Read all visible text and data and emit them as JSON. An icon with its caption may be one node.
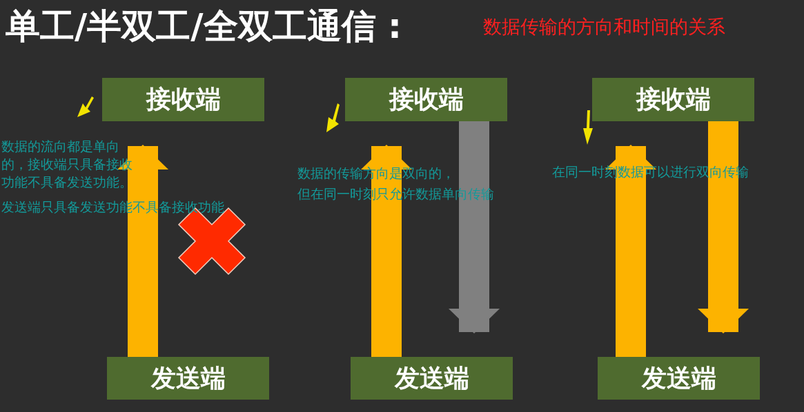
{
  "diagram": {
    "title": "单工/半双工/全双工通信 :",
    "nodes": [
      {
        "text": [
          "接收端"
        ]
      },
      {
        "text": [
          "接收端"
        ]
      },
      {
        "text": [
          "接收端"
        ]
      },
      {
        "text": [
          "发送端"
        ]
      },
      {
        "text": [
          "发送端"
        ]
      },
      {
        "text": [
          "发送端"
        ]
      }
    ],
    "edges": [
      {
        "from": 3,
        "to": 0,
        "arrow": "to"
      },
      {
        "from": 4,
        "to": 1,
        "arrow": "to"
      },
      {
        "from": 1,
        "to": 4,
        "arrow": "to",
        "color": "#808080"
      },
      {
        "from": 5,
        "to": 2,
        "arrow": "to"
      },
      {
        "from": 2,
        "to": 5,
        "arrow": "to"
      }
    ],
    "labels": [
      "数据传输的方向和时间的关系",
      "数据的流向都是单向的，接收端只具备接收功能不具备发送功能。",
      "发送端只具备发送功能不具备接收功能",
      "数据的传输方向是双向的，",
      "但在同一时刻只允许数据单向传输",
      "在同一时刻数据可以进行双向传输"
    ]
  }
}
